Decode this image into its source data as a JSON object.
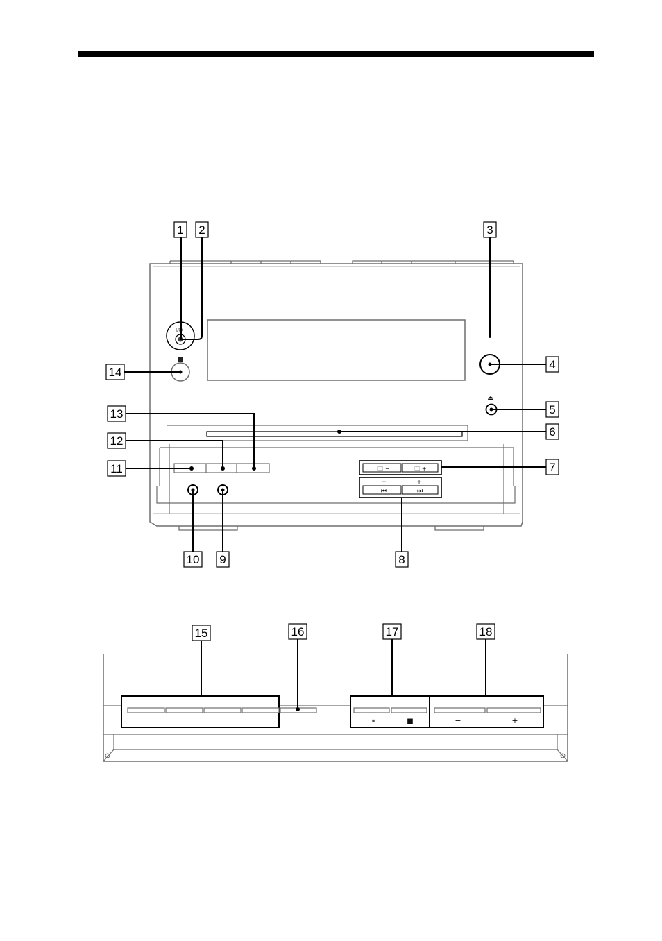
{
  "device_labels": {
    "power": "I/⏻",
    "eject": "⏏",
    "folder_minus": "🗀 −",
    "folder_plus": "🗀 +",
    "minus": "−",
    "plus": "+",
    "prev_track": "⏮",
    "next_track": "⏭",
    "pause": "⏸",
    "stop": "■"
  },
  "callouts": [
    "1",
    "2",
    "3",
    "4",
    "5",
    "6",
    "7",
    "8",
    "9",
    "10",
    "11",
    "12",
    "13",
    "14",
    "15",
    "16",
    "17",
    "18"
  ]
}
